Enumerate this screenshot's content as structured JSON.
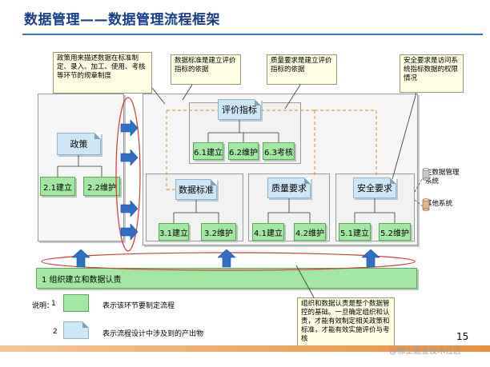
{
  "title": "数据管理——数据管理流程框架",
  "policy": {
    "title": "政策",
    "items": [
      "2.1建立",
      "2.2维护"
    ]
  },
  "evaluation": {
    "title": "评价指标",
    "items": [
      "6.1建立",
      "6.2维护",
      "6.3考核"
    ]
  },
  "data_standard": {
    "title": "数据标准",
    "items": [
      "3.1建立",
      "3.2维护"
    ]
  },
  "quality": {
    "title": "质量要求",
    "items": [
      "4.1建立",
      "4.2维护"
    ]
  },
  "security": {
    "title": "安全要求",
    "items": [
      "5.1建立",
      "5.2维护"
    ]
  },
  "systems": [
    "主数据管理系统",
    "其他系统"
  ],
  "foundation": "1 组织建立和数据认责",
  "callouts": {
    "policy": "政策用来描述数据在标准制定、录入、加工、使用、考核等环节的规章制度",
    "standard": "数据标准是建立评价指标的依据",
    "quality": "质量要求是建立评价指标的依据",
    "security": "安全要求是访问系统指标数据的权限情况",
    "organization": "组织和数据认责是整个数据管控的基础。一旦确定组织和认责，才能有效制定相关政策和标准，才能有效实施评价与考核"
  },
  "legend": {
    "label": "说明：",
    "items": [
      {
        "num": "1",
        "text": "表示该环节要制定流程"
      },
      {
        "num": "2",
        "text": "表示流程设计中涉及到的产出物"
      }
    ]
  },
  "page_number": "15",
  "watermark": "@稀土掘金技术社区",
  "colors": {
    "title": "#1a3e8c",
    "green": "#a4e6a4",
    "blue": "#cfe6f5",
    "callout": "#fdfde4"
  }
}
